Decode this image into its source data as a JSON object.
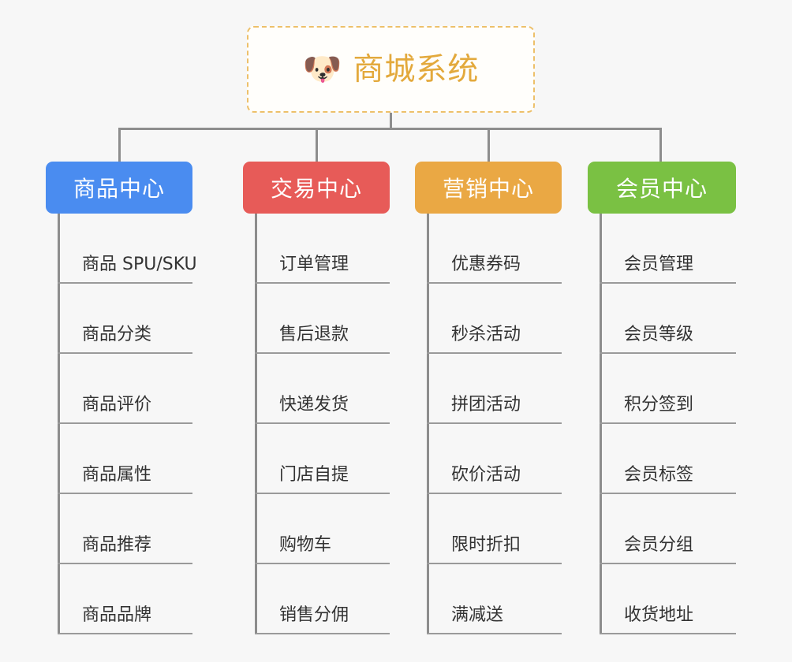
{
  "background_color": "#f7f7f7",
  "root": {
    "icon": "shiba-dog-face-emoji",
    "icon_glyph": "🐶",
    "title": "商城系统",
    "title_color": "#e3a93c",
    "border_color": "#edc06a",
    "border_style": "dashed"
  },
  "connector_color": "#8d8d8d",
  "columns": [
    {
      "name": "product-center",
      "title": "商品中心",
      "color": "#4a8cf0",
      "items": [
        "商品 SPU/SKU",
        "商品分类",
        "商品评价",
        "商品属性",
        "商品推荐",
        "商品品牌"
      ]
    },
    {
      "name": "trade-center",
      "title": "交易中心",
      "color": "#e75b58",
      "items": [
        "订单管理",
        "售后退款",
        "快递发货",
        "门店自提",
        "购物车",
        "销售分佣"
      ]
    },
    {
      "name": "marketing-center",
      "title": "营销中心",
      "color": "#eaa844",
      "items": [
        "优惠券码",
        "秒杀活动",
        "拼团活动",
        "砍价活动",
        "限时折扣",
        "满减送"
      ]
    },
    {
      "name": "member-center",
      "title": "会员中心",
      "color": "#7ac143",
      "items": [
        "会员管理",
        "会员等级",
        "积分签到",
        "会员标签",
        "会员分组",
        "收货地址"
      ]
    }
  ]
}
